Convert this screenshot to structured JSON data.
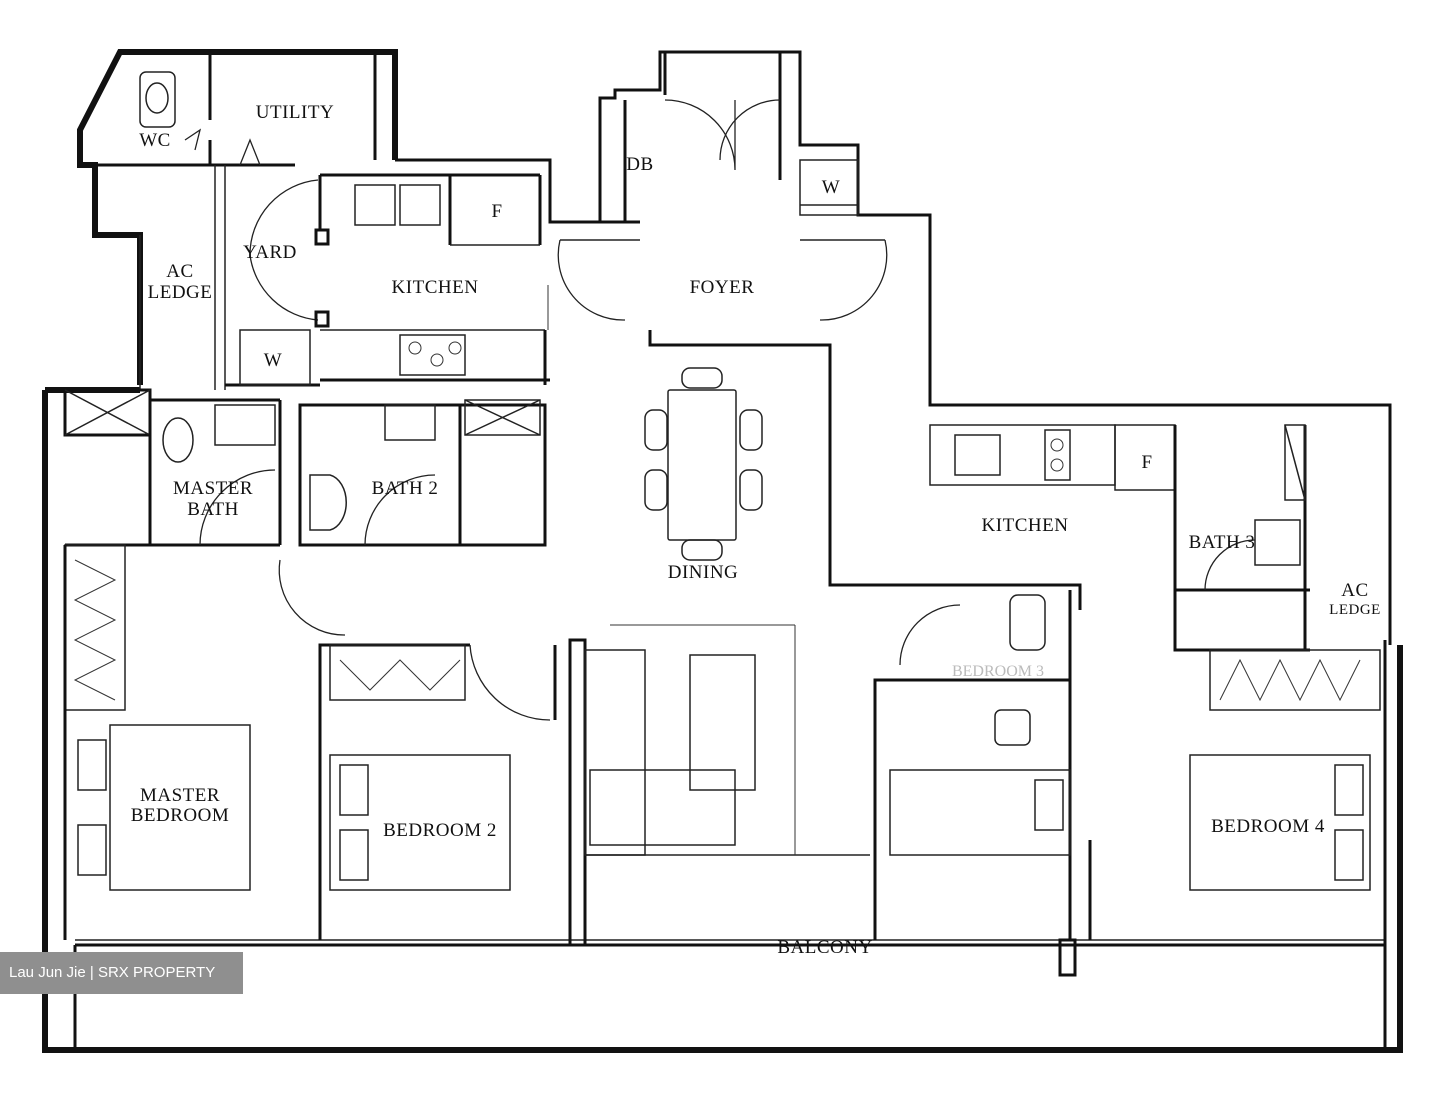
{
  "rooms": {
    "wc": "WC",
    "utility": "UTILITY",
    "ac_ledge_top": "AC",
    "ac_ledge_bottom": "LEDGE",
    "yard": "YARD",
    "kitchen_1": "KITCHEN",
    "db": "DB",
    "foyer": "FOYER",
    "master_bath_top": "MASTER",
    "master_bath_bottom": "BATH",
    "bath_2": "BATH 2",
    "dining": "DINING",
    "kitchen_2": "KITCHEN",
    "bath_3": "BATH 3",
    "ac_ledge_right_top": "AC",
    "ac_ledge_right_bottom": "LEDGE",
    "master_bedroom_top": "MASTER",
    "master_bedroom_bottom": "BEDROOM",
    "bedroom_2": "BEDROOM 2",
    "bedroom_3": "BEDROOM 3",
    "bedroom_4": "BEDROOM 4",
    "balcony": "BALCONY"
  },
  "fixtures": {
    "fridge_1": "F",
    "fridge_2": "F",
    "washer_1": "W",
    "washer_2": "W"
  },
  "watermark": "Lau Jun Jie | SRX PROPERTY"
}
